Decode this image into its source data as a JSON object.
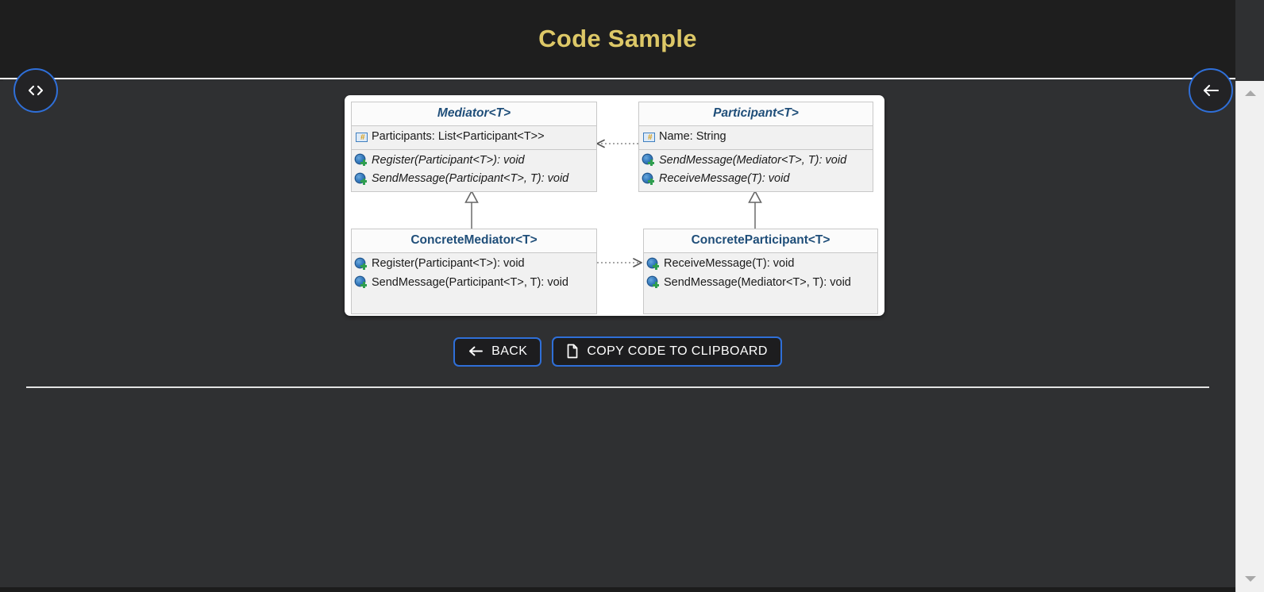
{
  "header": {
    "title": "Code Sample"
  },
  "nav": {
    "code_button_icon": "code-brackets-icon",
    "code_button_glyph": "<>",
    "back_button_icon": "arrow-left-icon"
  },
  "actions": {
    "back_label": "BACK",
    "back_icon": "arrow-left-icon",
    "copy_label": "COPY CODE TO CLIPBOARD",
    "copy_icon": "document-copy-icon"
  },
  "colors": {
    "header_background": "#1e1e1e",
    "page_background": "#2f3032",
    "title_text": "#ddc867",
    "button_border": "#2f6fd8",
    "button_background": "#1d1d1f",
    "class_title_text": "#1f4e79",
    "class_box_background": "#f1f1f1",
    "class_header_background": "#fbfbfb",
    "class_border": "#c8c8c8",
    "panel_background": "#ffffff",
    "divider": "#e3e3e3",
    "scrollbar_track": "#f0f0f0",
    "scrollbar_arrow": "#a8a8a8"
  },
  "diagram": {
    "type": "uml-class-diagram",
    "pattern": "Mediator",
    "classes": [
      {
        "name": "Mediator<T>",
        "abstract": true,
        "fields": [
          {
            "icon": "field-icon",
            "text": "Participants: List<Participant<T>>"
          }
        ],
        "methods": [
          {
            "icon": "method-icon",
            "text": "Register(Participant<T>): void",
            "italic": true
          },
          {
            "icon": "method-icon",
            "text": "SendMessage(Participant<T>, T): void",
            "italic": true
          }
        ]
      },
      {
        "name": "Participant<T>",
        "abstract": true,
        "fields": [
          {
            "icon": "field-icon",
            "text": "Name: String"
          }
        ],
        "methods": [
          {
            "icon": "method-icon",
            "text": "SendMessage(Mediator<T>, T): void",
            "italic": true
          },
          {
            "icon": "method-icon",
            "text": "ReceiveMessage(T): void",
            "italic": true
          }
        ]
      },
      {
        "name": "ConcreteMediator<T>",
        "abstract": false,
        "fields": [],
        "methods": [
          {
            "icon": "method-icon",
            "text": "Register(Participant<T>): void",
            "italic": false
          },
          {
            "icon": "method-icon",
            "text": "SendMessage(Participant<T>, T): void",
            "italic": false
          }
        ]
      },
      {
        "name": "ConcreteParticipant<T>",
        "abstract": false,
        "fields": [],
        "methods": [
          {
            "icon": "method-icon",
            "text": "ReceiveMessage(T): void",
            "italic": false
          },
          {
            "icon": "method-icon",
            "text": "SendMessage(Mediator<T>, T): void",
            "italic": false
          }
        ]
      }
    ],
    "relations": [
      {
        "kind": "dependency",
        "from": "Participant<T>",
        "to": "Mediator<T>",
        "style": "dotted-open-arrow"
      },
      {
        "kind": "generalization",
        "from": "ConcreteMediator<T>",
        "to": "Mediator<T>",
        "style": "solid-hollow-triangle"
      },
      {
        "kind": "generalization",
        "from": "ConcreteParticipant<T>",
        "to": "Participant<T>",
        "style": "solid-hollow-triangle"
      },
      {
        "kind": "dependency",
        "from": "ConcreteMediator<T>",
        "to": "ConcreteParticipant<T>",
        "style": "dotted-open-arrow"
      }
    ]
  },
  "scrollbar": {
    "up_icon": "scroll-up-arrow-icon",
    "down_icon": "scroll-down-arrow-icon"
  }
}
